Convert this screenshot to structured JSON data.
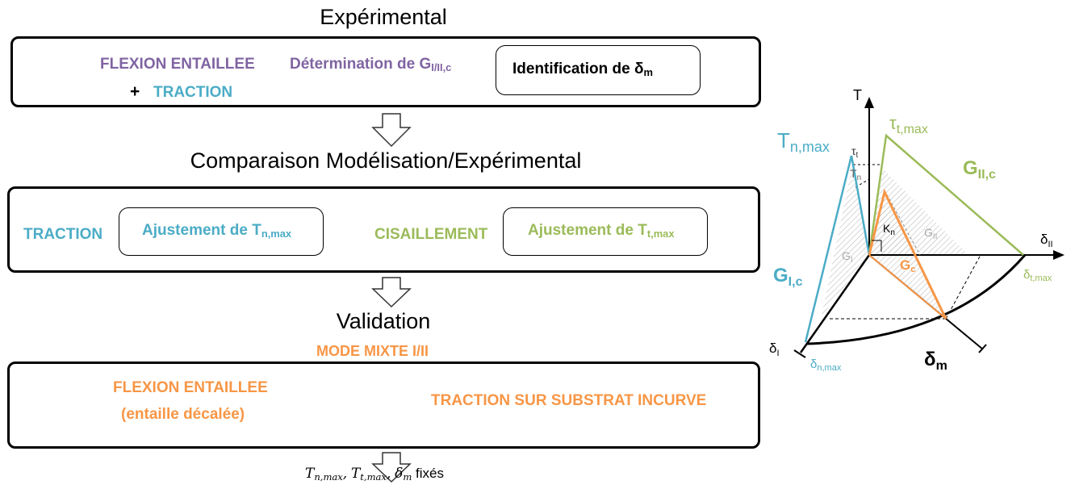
{
  "sections": {
    "experimental": "Expérimental",
    "comparison": "Comparaison  Modélisation/Expérimental",
    "validation": "Validation",
    "mixed_mode": "MODE MIXTE I/II"
  },
  "box1": {
    "flexion": "FLEXION ENTAILLEE",
    "plus": "+",
    "traction": "TRACTION",
    "determination": "Détermination de G",
    "determination_sub": "I/II,c",
    "identification": "Identification de δ",
    "identification_sub": "m"
  },
  "box2": {
    "traction": "TRACTION",
    "adjust_n": "Ajustement de T",
    "adjust_n_sub": "n,max",
    "cisaillement": "CISAILLEMENT",
    "adjust_t": "Ajustement de T",
    "adjust_t_sub": "t,max"
  },
  "box3": {
    "flexion_line1": "FLEXION ENTAILLEE",
    "flexion_line2": "(entaille décalée)",
    "traction_substrat": "TRACTION SUR SUBSTRAT INCURVE"
  },
  "output": {
    "tn": "T",
    "tn_sub": "n,max",
    "comma1": ",",
    "tt": "T",
    "tt_sub": "t,max",
    "comma2": ",",
    "dm": "δ",
    "dm_sub": "m",
    "fixed": "fixés"
  },
  "diagram": {
    "T": "T",
    "tau_tmax": "τ",
    "tau_tmax_sub": "t,max",
    "Tnmax": "T",
    "Tnmax_sub": "n,max",
    "tau_t": "τ",
    "tau_t_sub": "t",
    "Tn": "T",
    "Tn_sub": "n",
    "GIIc": "G",
    "GIIc_sub": "II,c",
    "Kn": "K",
    "Kn_sub": "n",
    "GII": "G",
    "GII_sub": "II",
    "GI": "G",
    "GI_sub": "I",
    "Gc": "G",
    "Gc_sub": "c",
    "GIc": "G",
    "GIc_sub": "I,c",
    "delta_II": "δ",
    "delta_II_sub": "II",
    "delta_tmax": "δ",
    "delta_tmax_sub": "t,max",
    "delta_I": "δ",
    "delta_I_sub": "I",
    "delta_nmax": "δ",
    "delta_nmax_sub": "n,max",
    "delta_m": "δ",
    "delta_m_sub": "m"
  },
  "colors": {
    "purple": "#8064a2",
    "blue": "#4bacc6",
    "green": "#9bbb59",
    "orange": "#f79646"
  }
}
